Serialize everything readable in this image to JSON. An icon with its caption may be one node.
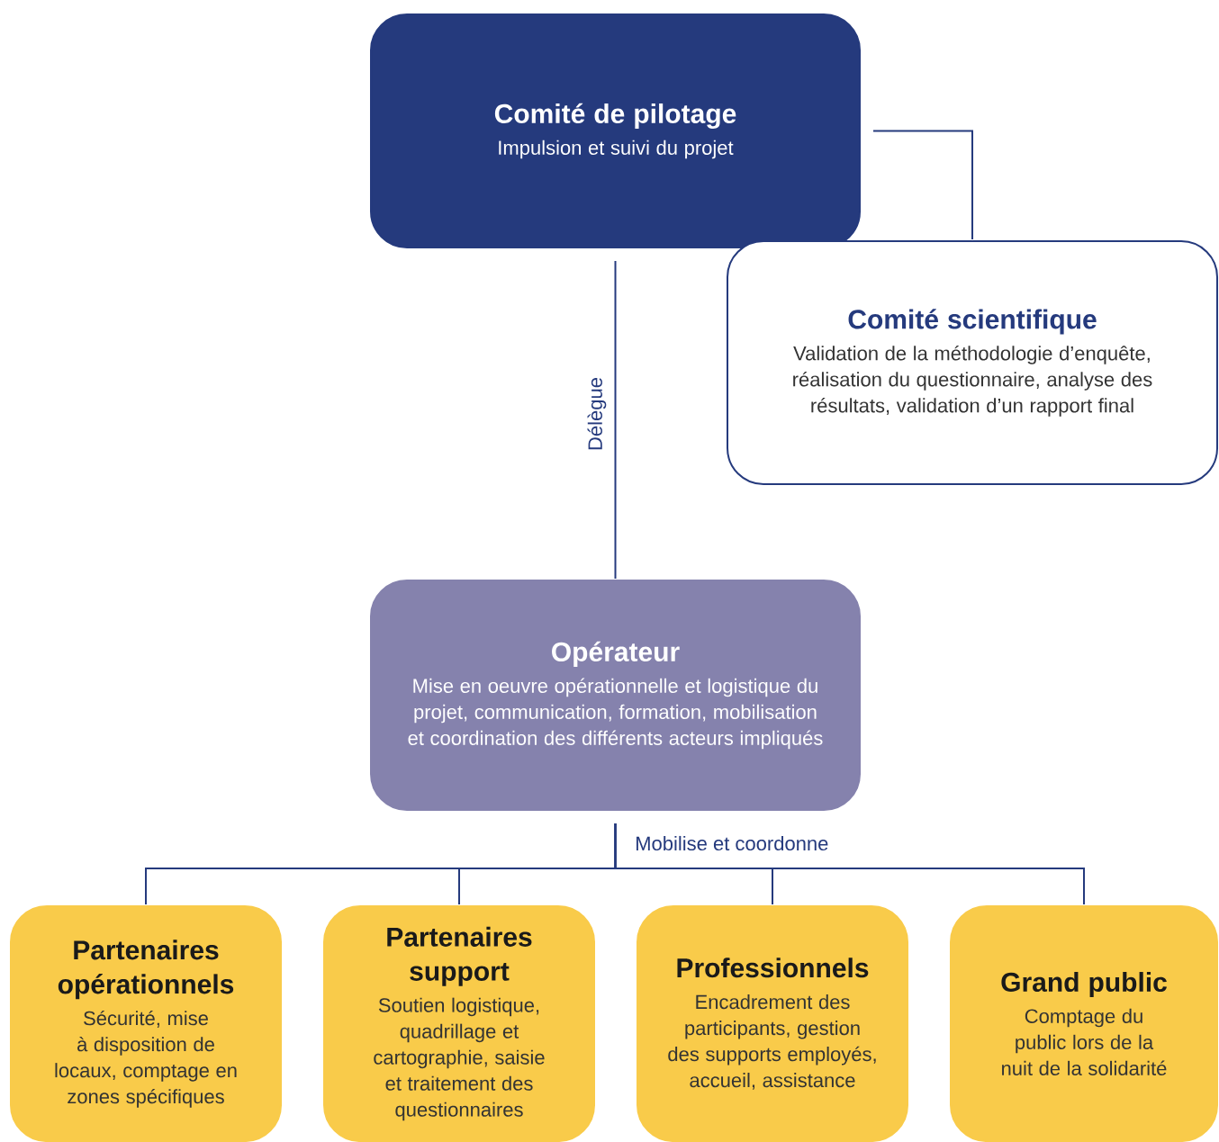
{
  "diagram": {
    "nodes": [
      {
        "text": [
          "Comité de pilotage",
          "Impulsion et suivi du projet"
        ]
      },
      {
        "text": [
          "Comité scientifique",
          "Validation de la méthodologie d’enquête, réalisation du questionnaire, analyse des résultats, validation d’un rapport final"
        ]
      },
      {
        "text": [
          "Opérateur",
          "Mise en oeuvre opérationnelle et logistique du projet, communication, formation, mobilisation et coordination des différents acteurs impliqués"
        ]
      },
      {
        "text": [
          "Partenaires opérationnels",
          "Sécurité, mise à disposition de locaux, comptage en zones spécifiques"
        ]
      },
      {
        "text": [
          "Partenaires support",
          "Soutien logistique, quadrillage et cartographie, saisie et traitement des questionnaires"
        ]
      },
      {
        "text": [
          "Professionnels",
          "Encadrement des participants, gestion des supports employés, accueil, assistance"
        ]
      },
      {
        "text": [
          "Grand public",
          "Comptage du public lors de la nuit de la solidarité"
        ]
      }
    ],
    "edges": [
      {
        "from": 0,
        "to": 1,
        "arrow": "none"
      },
      {
        "from": 0,
        "to": 2,
        "arrow": "none",
        "label": "Délègue"
      },
      {
        "from": 2,
        "to": 3,
        "arrow": "none"
      },
      {
        "from": 2,
        "to": 4,
        "arrow": "none"
      },
      {
        "from": 2,
        "to": 5,
        "arrow": "none"
      },
      {
        "from": 2,
        "to": 6,
        "arrow": "none"
      }
    ],
    "labels": [
      "Mobilise et coordonne"
    ]
  }
}
